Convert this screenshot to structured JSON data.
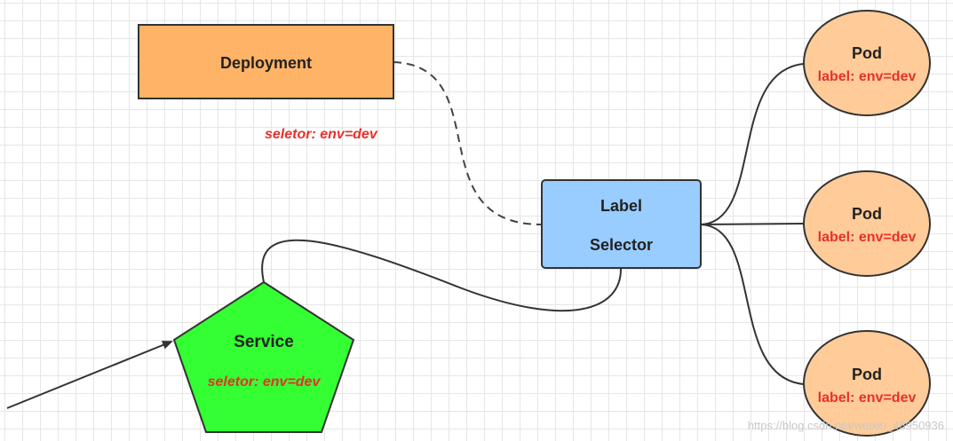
{
  "deployment": {
    "label": "Deployment",
    "fill": "#ffb366",
    "selector_text": "seletor:  env=dev"
  },
  "label_selector": {
    "line1": "Label",
    "line2": "Selector",
    "fill": "#99ccff"
  },
  "service": {
    "label": "Service",
    "selector_text": "seletor:  env=dev",
    "fill": "#33ff33"
  },
  "pods": [
    {
      "title": "Pod",
      "label_text": "label: env=dev"
    },
    {
      "title": "Pod",
      "label_text": "label: env=dev"
    },
    {
      "title": "Pod",
      "label_text": "label: env=dev"
    }
  ],
  "pod_fill": "#ffcc99",
  "accent_red": "#e8302a",
  "watermark": "https://blog.csdn.net/weixin_46950936"
}
